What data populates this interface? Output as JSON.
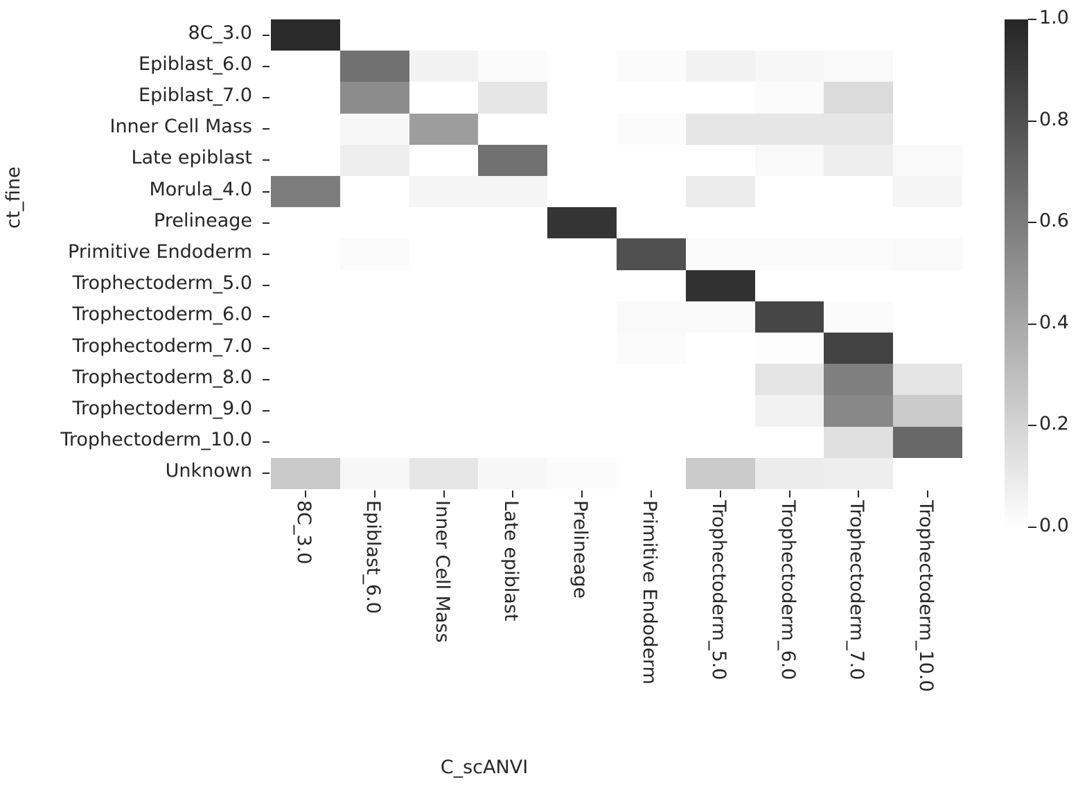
{
  "chart_data": {
    "type": "heatmap",
    "title": "",
    "xlabel": "C_scANVI",
    "ylabel": "ct_fine",
    "grid": false,
    "colormap": "Greys",
    "colorbar": {
      "position": "right",
      "vmin": 0.0,
      "vmax": 1.0,
      "ticks": [
        1.0,
        0.8,
        0.6,
        0.4,
        0.2,
        0.0
      ],
      "tick_labels": [
        "1.0",
        "0.8",
        "0.6",
        "0.4",
        "0.2",
        "0.0"
      ]
    },
    "x_categories": [
      "8C_3.0",
      "Epiblast_6.0",
      "Inner Cell Mass",
      "Late epiblast",
      "Prelineage",
      "Primitive Endoderm",
      "Trophectoderm_5.0",
      "Trophectoderm_6.0",
      "Trophectoderm_7.0",
      "Trophectoderm_10.0"
    ],
    "y_categories": [
      "8C_3.0",
      "Epiblast_6.0",
      "Epiblast_7.0",
      "Inner Cell Mass",
      "Late epiblast",
      "Morula_4.0",
      "Prelineage",
      "Primitive Endoderm",
      "Trophectoderm_5.0",
      "Trophectoderm_6.0",
      "Trophectoderm_7.0",
      "Trophectoderm_8.0",
      "Trophectoderm_9.0",
      "Trophectoderm_10.0",
      "Unknown"
    ],
    "values": [
      [
        0.91,
        0.0,
        0.0,
        0.0,
        0.0,
        0.0,
        0.0,
        0.0,
        0.0,
        0.0
      ],
      [
        0.0,
        0.68,
        0.06,
        0.02,
        0.0,
        0.02,
        0.06,
        0.04,
        0.03,
        0.0
      ],
      [
        0.0,
        0.55,
        0.0,
        0.12,
        0.0,
        0.0,
        0.0,
        0.02,
        0.17,
        0.0
      ],
      [
        0.0,
        0.04,
        0.47,
        0.0,
        0.0,
        0.02,
        0.12,
        0.12,
        0.12,
        0.0
      ],
      [
        0.0,
        0.08,
        0.0,
        0.68,
        0.0,
        0.0,
        0.0,
        0.03,
        0.08,
        0.03
      ],
      [
        0.62,
        0.0,
        0.05,
        0.05,
        0.0,
        0.0,
        0.09,
        0.0,
        0.0,
        0.05
      ],
      [
        0.0,
        0.0,
        0.0,
        0.0,
        0.88,
        0.0,
        0.0,
        0.0,
        0.0,
        0.0
      ],
      [
        0.0,
        0.02,
        0.0,
        0.0,
        0.0,
        0.8,
        0.02,
        0.02,
        0.02,
        0.03
      ],
      [
        0.0,
        0.0,
        0.0,
        0.0,
        0.0,
        0.0,
        0.89,
        0.0,
        0.0,
        0.0
      ],
      [
        0.0,
        0.0,
        0.0,
        0.0,
        0.0,
        0.03,
        0.03,
        0.83,
        0.02,
        0.0
      ],
      [
        0.0,
        0.0,
        0.0,
        0.0,
        0.0,
        0.02,
        0.0,
        0.01,
        0.84,
        0.0
      ],
      [
        0.0,
        0.0,
        0.0,
        0.0,
        0.0,
        0.0,
        0.0,
        0.13,
        0.61,
        0.13
      ],
      [
        0.0,
        0.0,
        0.0,
        0.0,
        0.0,
        0.0,
        0.0,
        0.06,
        0.57,
        0.25
      ],
      [
        0.0,
        0.0,
        0.0,
        0.0,
        0.0,
        0.0,
        0.0,
        0.0,
        0.15,
        0.72
      ],
      [
        0.26,
        0.04,
        0.12,
        0.04,
        0.02,
        0.0,
        0.25,
        0.09,
        0.08,
        0.0
      ]
    ]
  }
}
